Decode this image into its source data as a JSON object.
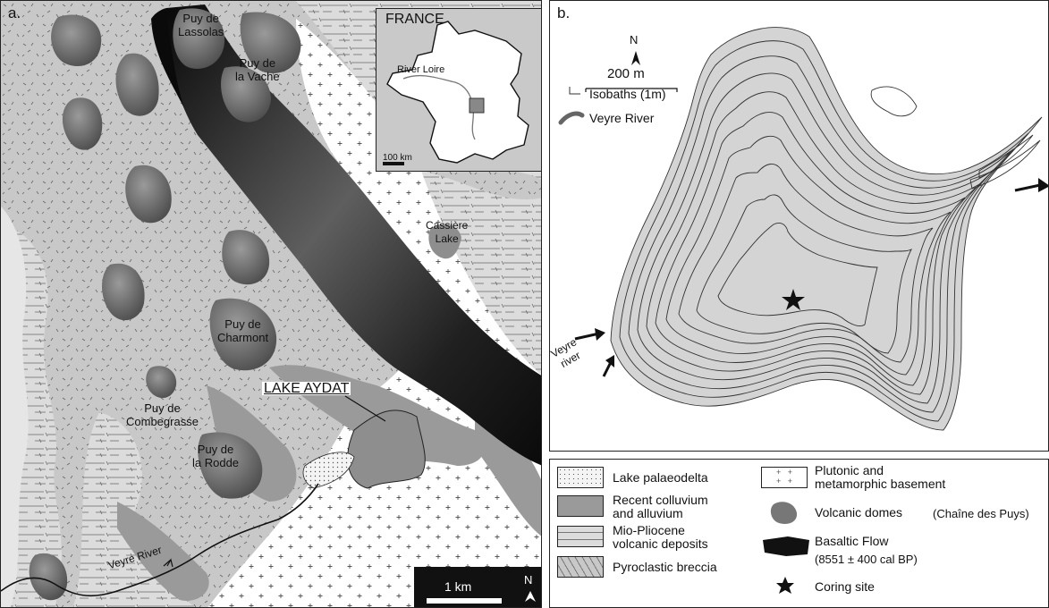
{
  "panel_a": {
    "letter": "a.",
    "inset": {
      "country": "FRANCE",
      "river": "River Loire",
      "scale": "100 km"
    },
    "labels": {
      "puy_lassolas": "Puy de\nLassolas",
      "puy_vache": "Puy de\nla Vache",
      "cassiere": "Cassière\nLake",
      "puy_charmont": "Puy de\nCharmont",
      "lake_aydat": "LAKE AYDAT",
      "puy_combegrasse": "Puy de\nCombegrasse",
      "puy_rodde": "Puy de\nla Rodde",
      "veyre_river": "Veyre River"
    },
    "scale_bar": "1 km",
    "north": "N"
  },
  "panel_b": {
    "letter": "b.",
    "north": "N",
    "scale_bar": "200 m",
    "legend": {
      "isobaths": "Isobaths (1m)",
      "veyre": "Veyre River"
    },
    "inflow_label": "Veyre\nriver"
  },
  "legend": {
    "items": [
      "Lake palaeodelta",
      "Recent colluvium\nand alluvium",
      "Mio-Pliocene\nvolcanic deposits",
      "Pyroclastic breccia",
      "Plutonic and\nmetamorphic basement",
      "Volcanic domes",
      "(Chaîne des Puys)",
      "Basaltic Flow",
      "(8551 ± 400 cal BP)",
      "Coring site"
    ]
  },
  "colors": {
    "basalt": "#111111",
    "dome": "#777777",
    "colluvium": "#9a9a9a",
    "breccia": "#c9c9c9",
    "basement": "#ffffff",
    "lake_fill": "#d4d4d4"
  }
}
